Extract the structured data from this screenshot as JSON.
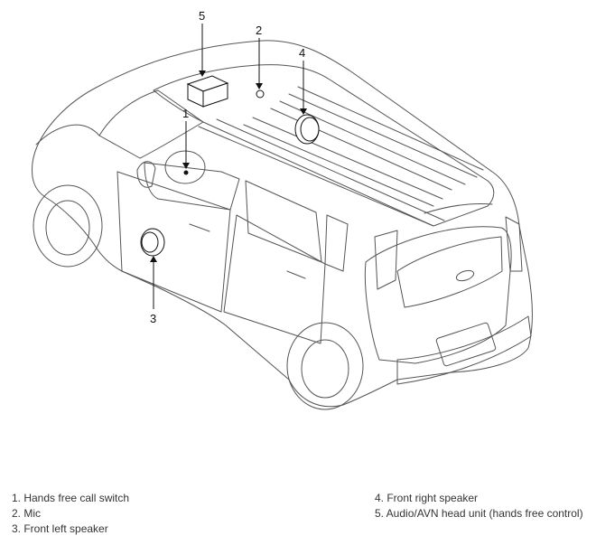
{
  "callouts": {
    "c1": "1",
    "c2": "2",
    "c3": "3",
    "c4": "4",
    "c5": "5"
  },
  "legend": {
    "left": [
      "1. Hands free call switch",
      "2. Mic",
      "3. Front left speaker"
    ],
    "right": [
      "4. Front right speaker",
      "5. Audio/AVN head unit (hands free control)"
    ]
  },
  "colors": {
    "line": "#555555",
    "arrow": "#111111"
  }
}
